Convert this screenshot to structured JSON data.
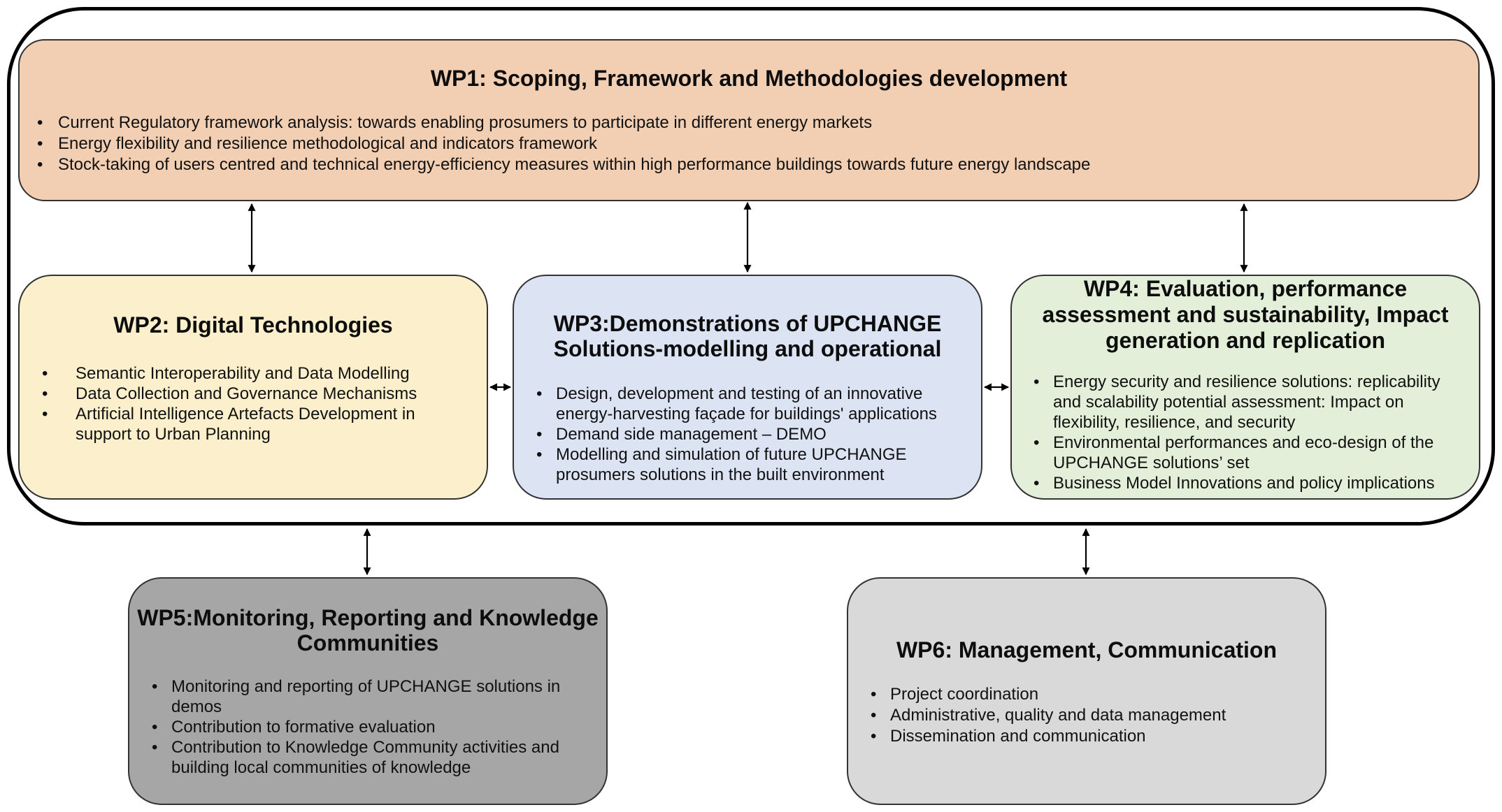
{
  "wp1": {
    "title": "WP1: Scoping, Framework and Methodologies development",
    "items": [
      "Current Regulatory framework analysis: towards enabling prosumers to participate in different energy markets",
      "Energy flexibility and resilience methodological and indicators framework",
      "Stock-taking of users centred and technical energy-efficiency measures within high performance buildings towards future energy landscape"
    ]
  },
  "wp2": {
    "title": "WP2: Digital Technologies",
    "items": [
      "Semantic Interoperability and Data Modelling",
      "Data Collection and Governance Mechanisms",
      "Artificial Intelligence Artefacts Development in support to Urban Planning"
    ]
  },
  "wp3": {
    "title": "WP3:Demonstrations of UPCHANGE Solutions-modelling and operational",
    "items": [
      "Design, development and testing of an innovative energy-harvesting façade for buildings' applications",
      "Demand side management – DEMO",
      "Modelling and simulation of future UPCHANGE prosumers solutions in the built environment"
    ]
  },
  "wp4": {
    "title": "WP4: Evaluation, performance assessment and sustainability, Impact generation and replication",
    "items": [
      "Energy security and resilience solutions: replicability and scalability potential assessment: Impact on flexibility, resilience, and security",
      "Environmental performances and eco-design of the UPCHANGE solutions’ set",
      "Business Model Innovations and policy implications"
    ]
  },
  "wp5": {
    "title": "WP5:Monitoring, Reporting and Knowledge Communities",
    "items": [
      "Monitoring and reporting of UPCHANGE solutions in demos",
      "Contribution to formative evaluation",
      "Contribution to Knowledge Community activities and building local communities of knowledge"
    ]
  },
  "wp6": {
    "title": "WP6: Management, Communication",
    "items": [
      "Project coordination",
      "Administrative, quality and data management",
      "Dissemination and communication"
    ]
  },
  "colors": {
    "wp1": "#f2cfb3",
    "wp2": "#fcf0cc",
    "wp3": "#dce3f3",
    "wp4": "#e3efd9",
    "wp5": "#a6a6a6",
    "wp6": "#d9d9d9"
  }
}
